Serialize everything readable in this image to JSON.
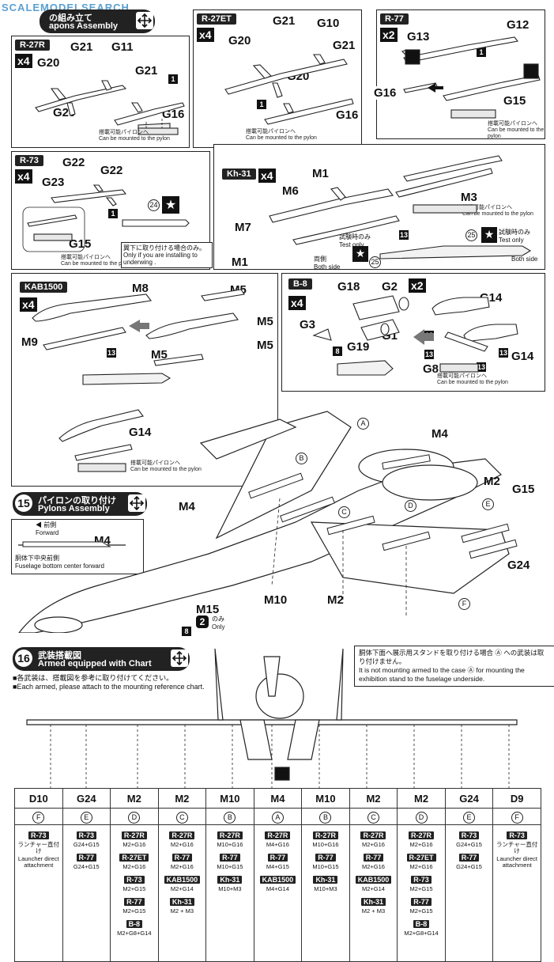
{
  "watermark": "SCALEMODELSEARCH",
  "top_header": {
    "title_jp": "の組み立て",
    "title_en": "apons Assembly"
  },
  "panels": {
    "r27r": {
      "tag": "R-27R",
      "qty": "x4",
      "parts": [
        "G21",
        "G11",
        "G20",
        "G21",
        "G20",
        "G16"
      ],
      "num": "1",
      "note_jp": "搭載可能パイロンへ",
      "note_en": "Can be mounted to the pylon"
    },
    "r27et": {
      "tag": "R-27ET",
      "qty": "x4",
      "parts": [
        "G21",
        "G10",
        "G20",
        "G21",
        "G20",
        "G16"
      ],
      "num": "1",
      "note_jp": "搭載可能パイロンへ",
      "note_en": "Can be mounted to the pylon"
    },
    "r77": {
      "tag": "R-77",
      "qty": "x2",
      "parts": [
        "G13",
        "G12",
        "G16",
        "G15"
      ],
      "num": "1",
      "note_jp": "搭載可能パイロンへ",
      "note_en": "Can be mounted to the pylon"
    },
    "r73": {
      "tag": "R-73",
      "qty": "x4",
      "parts": [
        "G22",
        "G22",
        "G23",
        "G15"
      ],
      "num": "1",
      "decal": "24",
      "note_jp": "搭載可能パイロンへ",
      "note_en": "Can be mounted to the pylon",
      "warn_jp": "翼下に取り付ける場合のみ。",
      "warn_en": "Only if you are installing to underwing ."
    },
    "kh31": {
      "tag": "Kh-31",
      "qty": "x4",
      "parts": [
        "M1",
        "M6",
        "M7",
        "M1",
        "M3"
      ],
      "num": "13",
      "decal": "25",
      "note_jp": "搭載可能パイロンへ",
      "note_en": "Can be mounted to the pylon",
      "test_jp": "試験時のみ",
      "test_en": "Test only",
      "both_jp": "両側",
      "both_en": "Both side"
    },
    "kab1500": {
      "tag": "KAB1500",
      "qty": "x4",
      "parts": [
        "M8",
        "M9",
        "M5",
        "M5",
        "M5",
        "M5",
        "G14"
      ],
      "num": "13",
      "note_jp": "搭載可能パイロンへ",
      "note_en": "Can be mounted to the pylon"
    },
    "b8": {
      "tag": "B-8",
      "qty": "x4",
      "qty2": "x2",
      "parts": [
        "G18",
        "G2",
        "G3",
        "G1",
        "G19",
        "G14",
        "G14",
        "G8"
      ],
      "num": "8",
      "num2": "13",
      "note_jp": "搭載可能パイロンへ",
      "note_en": "Can be mounted to the pylon"
    }
  },
  "step15": {
    "num": "15",
    "title_jp": "パイロンの取り付け",
    "title_en": "Pylons Assembly",
    "forward_jp": "前側",
    "forward_en": "Forward",
    "part": "M4",
    "fuse_jp": "胴体下中央前側",
    "fuse_en": "Fuselage bottom center forward"
  },
  "aircraft_labels": {
    "A": "A",
    "B": "B",
    "C": "C",
    "D": "D",
    "E": "E",
    "F": "F",
    "M4a": "M4",
    "M4b": "M4",
    "M2a": "M2",
    "M2b": "M2",
    "G15": "G15",
    "G24": "G24",
    "M10": "M10",
    "M15": "M15",
    "only_num": "2",
    "only_jp": "のみ",
    "only_en": "Only",
    "part8": "8"
  },
  "step16": {
    "num": "16",
    "title_jp": "武装搭載図",
    "title_en": "Armed equipped with Chart",
    "bullet1": "■各武装は、搭載図を参考に取り付けてください。",
    "bullet2": "■Each armed, please attach to the mounting reference chart.",
    "notice_jp": "胴体下面へ展示用スタンドを取り付ける場合 Ⓐ への武装は取り付けません。",
    "notice_en": "It is not mounting armed to the case Ⓐ for mounting the exhibition stand to the fuselage underside."
  },
  "chart_columns": [
    {
      "pylon": "D10",
      "pos": "F",
      "items": [
        {
          "w": "R-73",
          "p": "ランチャー直付け"
        },
        {
          "w": "",
          "p": "Launcher direct attachment"
        }
      ]
    },
    {
      "pylon": "G24",
      "pos": "E",
      "items": [
        {
          "w": "R-73",
          "p": "G24+G15"
        },
        {
          "w": "R-77",
          "p": "G24+G15"
        }
      ]
    },
    {
      "pylon": "M2",
      "pos": "D",
      "items": [
        {
          "w": "R-27R",
          "p": "M2+G16"
        },
        {
          "w": "R-27ET",
          "p": "M2+G16"
        },
        {
          "w": "R-73",
          "p": "M2+G15"
        },
        {
          "w": "R-77",
          "p": "M2+G15"
        },
        {
          "w": "B-8",
          "p": "M2+G8+G14"
        }
      ]
    },
    {
      "pylon": "M2",
      "pos": "C",
      "items": [
        {
          "w": "R-27R",
          "p": "M2+G16"
        },
        {
          "w": "R-77",
          "p": "M2+G16"
        },
        {
          "w": "KAB1500",
          "p": "M2+G14"
        },
        {
          "w": "Kh-31",
          "p": "M2 + M3"
        }
      ]
    },
    {
      "pylon": "M10",
      "pos": "B",
      "items": [
        {
          "w": "R-27R",
          "p": "M10+G16"
        },
        {
          "w": "R-77",
          "p": "M10+G15"
        },
        {
          "w": "Kh-31",
          "p": "M10+M3"
        }
      ]
    },
    {
      "pylon": "M4",
      "pos": "A",
      "items": [
        {
          "w": "R-27R",
          "p": "M4+G16"
        },
        {
          "w": "R-77",
          "p": "M4+G15"
        },
        {
          "w": "KAB1500",
          "p": "M4+G14"
        }
      ]
    },
    {
      "pylon": "M10",
      "pos": "B",
      "items": [
        {
          "w": "R-27R",
          "p": "M10+G16"
        },
        {
          "w": "R-77",
          "p": "M10+G15"
        },
        {
          "w": "Kh-31",
          "p": "M10+M3"
        }
      ]
    },
    {
      "pylon": "M2",
      "pos": "C",
      "items": [
        {
          "w": "R-27R",
          "p": "M2+G16"
        },
        {
          "w": "R-77",
          "p": "M2+G16"
        },
        {
          "w": "KAB1500",
          "p": "M2+G14"
        },
        {
          "w": "Kh-31",
          "p": "M2 + M3"
        }
      ]
    },
    {
      "pylon": "M2",
      "pos": "D",
      "items": [
        {
          "w": "R-27R",
          "p": "M2+G16"
        },
        {
          "w": "R-27ET",
          "p": "M2+G16"
        },
        {
          "w": "R-73",
          "p": "M2+G15"
        },
        {
          "w": "R-77",
          "p": "M2+G15"
        },
        {
          "w": "B-8",
          "p": "M2+G8+G14"
        }
      ]
    },
    {
      "pylon": "G24",
      "pos": "E",
      "items": [
        {
          "w": "R-73",
          "p": "G24+G15"
        },
        {
          "w": "R-77",
          "p": "G24+G15"
        }
      ]
    },
    {
      "pylon": "D9",
      "pos": "F",
      "items": [
        {
          "w": "R-73",
          "p": "ランチャー直付け"
        },
        {
          "w": "",
          "p": "Launcher direct attachment"
        }
      ]
    }
  ]
}
